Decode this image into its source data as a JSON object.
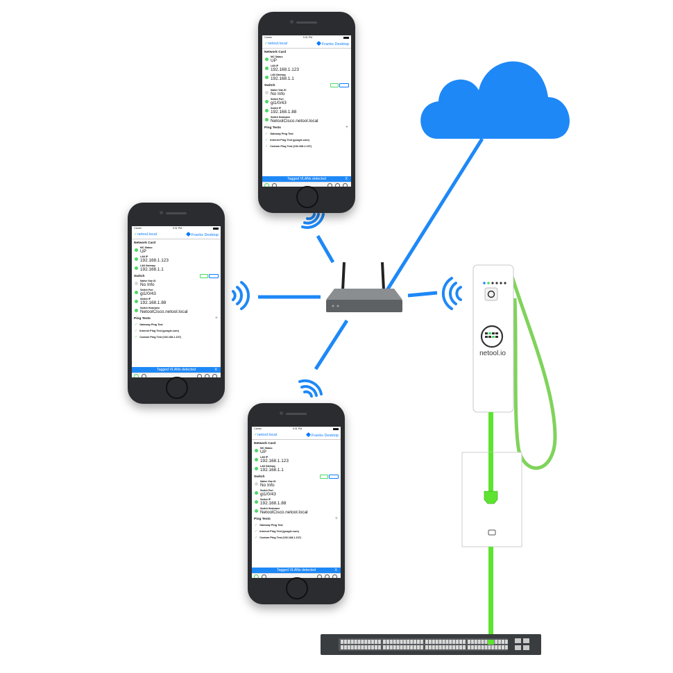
{
  "phone_screen": {
    "carrier": "Carrier",
    "time": "9:31 PM",
    "host": "netool.local",
    "connection": "Franks Desktop",
    "network_card_title": "Network Card",
    "nic_status_label": "NIC Status:",
    "nic_status_value": "UP",
    "lan_ip_label": "LAN IP",
    "lan_ip_value": "192.168.1.123",
    "lan_gateway_label": "LAN Gateway",
    "lan_gateway_value": "192.168.1.1",
    "switch_title": "Switch",
    "native_vlan_label": "Native Vlan ID",
    "native_vlan_value": "No Info",
    "switch_port_label": "Switch Port",
    "switch_port_value": "gi1/0/43",
    "switch_ip_label": "Switch IP",
    "switch_ip_value": "192.168.1.88",
    "switch_hostname_label": "Switch Hostname",
    "switch_hostname_value": "NetoolCisco.netool.local",
    "ping_tests_title": "Ping Tests",
    "ping_tests": [
      "Gateway Ping Test",
      "Internet Ping Test (google.com)",
      "Custom Ping Test (192.168.1.107)"
    ],
    "banner_text": "Tagged VLANs detected",
    "banner_close": "X",
    "add_symbol": "+"
  },
  "device_brand": "netool.io",
  "colors": {
    "wireless_link": "#1e88f7",
    "cloud": "#1e88f7",
    "ethernet_cable": "#5de330",
    "router_body": "#6b6f70",
    "switch_body": "#3a3d40",
    "device_body": "#ffffff"
  },
  "icons": {
    "internet": "cloud-icon",
    "router": "router-icon",
    "wifi": "wifi-signal-icon",
    "switch": "network-switch-icon",
    "tester": "netool-device-icon"
  }
}
